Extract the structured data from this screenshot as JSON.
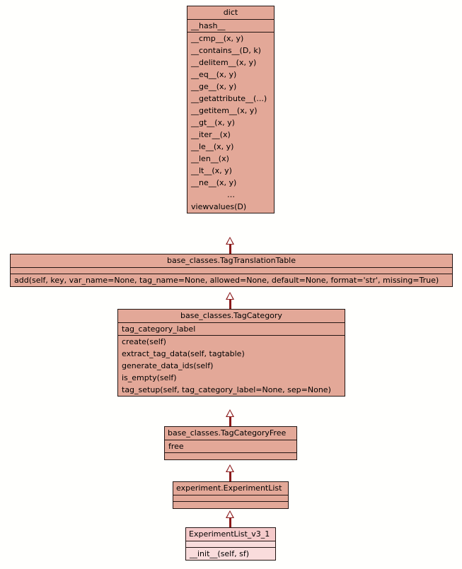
{
  "diagram": {
    "kind": "uml-class-diagram",
    "colors": {
      "background": "#fffffd",
      "class_fill": "#e3a898",
      "class_fill_light": "#f9dcdc",
      "class_title_light": "#f5caca",
      "border": "#231512",
      "connector": "#8b1a1a",
      "arrow_head_fill": "#ffffff"
    },
    "classes": [
      {
        "id": "dict",
        "name": "dict",
        "attributes": [
          "__hash__"
        ],
        "methods": [
          "__cmp__(x, y)",
          "__contains__(D, k)",
          "__delitem__(x, y)",
          "__eq__(x, y)",
          "__ge__(x, y)",
          "__getattribute__(...)",
          "__getitem__(x, y)",
          "__gt__(x, y)",
          "__iter__(x)",
          "__le__(x, y)",
          "__len__(x)",
          "__lt__(x, y)",
          "__ne__(x, y)",
          "…",
          "viewvalues(D)"
        ]
      },
      {
        "id": "tagtranslationtable",
        "name": "base_classes.TagTranslationTable",
        "attributes": [],
        "methods": [
          "add(self, key, var_name=None, tag_name=None, allowed=None, default=None, format='str', missing=True)"
        ]
      },
      {
        "id": "tagcategory",
        "name": "base_classes.TagCategory",
        "attributes": [
          "tag_category_label"
        ],
        "methods": [
          "create(self)",
          "extract_tag_data(self, tagtable)",
          "generate_data_ids(self)",
          "is_empty(self)",
          "tag_setup(self, tag_category_label=None, sep=None)"
        ]
      },
      {
        "id": "tagcategoryfree",
        "name": "base_classes.TagCategoryFree",
        "attributes": [
          "free"
        ],
        "methods": []
      },
      {
        "id": "experimentlist",
        "name": "experiment.ExperimentList",
        "attributes": [],
        "methods": []
      },
      {
        "id": "experimentlist_v3_1",
        "name": "ExperimentList_v3_1",
        "attributes": [],
        "methods": [
          "__init__(self, sf)"
        ]
      }
    ],
    "generalizations": [
      {
        "from": "tagtranslationtable",
        "to": "dict"
      },
      {
        "from": "tagcategory",
        "to": "tagtranslationtable"
      },
      {
        "from": "tagcategoryfree",
        "to": "tagcategory"
      },
      {
        "from": "experimentlist",
        "to": "tagcategoryfree"
      },
      {
        "from": "experimentlist_v3_1",
        "to": "experimentlist"
      }
    ]
  }
}
